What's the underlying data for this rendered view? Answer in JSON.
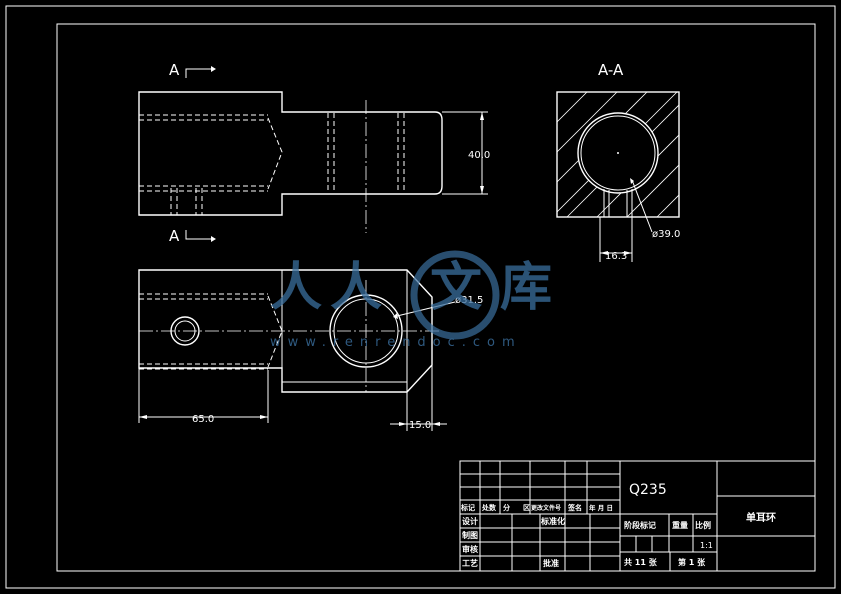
{
  "views": {
    "section_marker_top": "A",
    "section_marker_bottom": "A",
    "section_title": "A-A"
  },
  "dimensions": {
    "height_40": "40.0",
    "dia_39": "ø39.0",
    "width_16": "16.3",
    "dia_31": "ø31.5",
    "len_65": "65.0",
    "len_15": "15.0"
  },
  "watermark": {
    "chars": [
      "人",
      "人",
      "文",
      "库"
    ],
    "url": "www.renrendoc.com"
  },
  "title_block": {
    "material": "Q235",
    "part_name": "单耳环",
    "header_cells": [
      "标记",
      "处数",
      "分",
      "区",
      "更改文件号",
      "签名",
      "年 月 日"
    ],
    "row_labels": [
      "设计",
      "标准化",
      "制图",
      "审核",
      "工艺",
      "批准"
    ],
    "stage_label": "阶段标记",
    "weight_label": "重量",
    "scale_label": "比例",
    "scale_value": "1:1",
    "total_sheets": "共 11 张",
    "sheet_no": "第 1 张"
  },
  "colors": {
    "background": "#000000",
    "line": "#ffffff",
    "watermark": "#3a6f9e"
  }
}
